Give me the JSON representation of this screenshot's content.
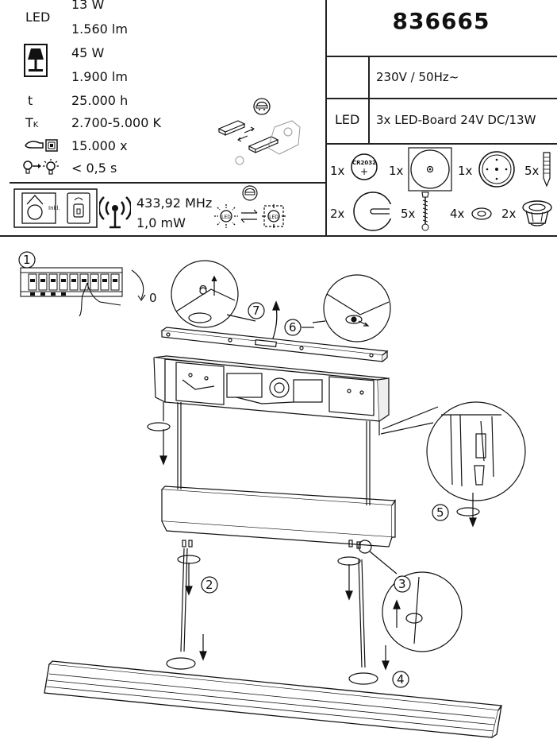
{
  "specs": {
    "led_label": "LED",
    "led_watt": "13 W",
    "led_lumen": "1.560 lm",
    "lamp_watt": "45 W",
    "lamp_lumen": "1.900 lm",
    "t_label": "t",
    "t_value": "25.000  h",
    "tk_label": "T",
    "tk_sub": "K",
    "tk_value": "2.700-5.000 K",
    "switch_value": "15.000 x",
    "startup_value": "< 0,5 s",
    "remote_freq": "433,92 MHz",
    "remote_power": "1,0 mW",
    "inkl_label": "Inkl.",
    "led_small": "LED"
  },
  "product": {
    "code": "836665",
    "voltage": "230V / 50Hz~",
    "led_label": "LED",
    "led_board": "3x LED-Board 24V DC/13W"
  },
  "parts": {
    "battery_count": "1x",
    "battery_label": "CR2032",
    "battery_plus": "+",
    "disc_count": "1x",
    "holder_count": "1x",
    "anchor_count": "5x",
    "cover_count": "2x",
    "screw_count": "5x",
    "washer_count": "4x",
    "grommet_count": "2x"
  },
  "steps": {
    "s1": "1",
    "s0": "0",
    "s2": "2",
    "s3": "3",
    "s4": "4",
    "s5": "5",
    "s6": "6",
    "s7": "7"
  }
}
